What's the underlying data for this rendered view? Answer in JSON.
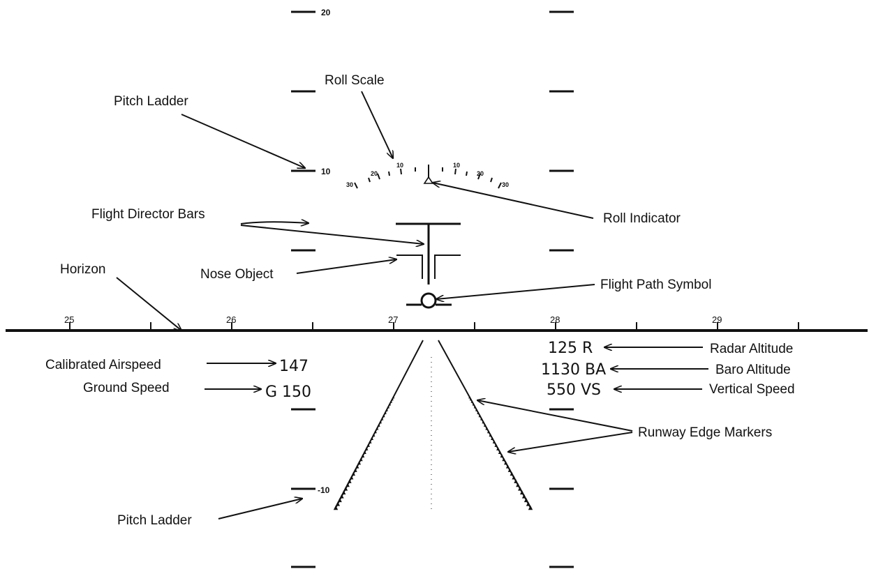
{
  "pitch_ladder": {
    "upper_values": [
      "20",
      "10"
    ],
    "lower_value": "-10"
  },
  "roll_scale": {
    "left_ticks": [
      "30",
      "20",
      "10"
    ],
    "right_ticks": [
      "10",
      "20",
      "30"
    ]
  },
  "heading_scale": [
    "25",
    "26",
    "27",
    "28",
    "29"
  ],
  "readouts": {
    "calibrated_airspeed": "147",
    "ground_speed": "G 150",
    "radar_altitude": "125 R",
    "baro_altitude": "1130 BA",
    "vertical_speed": "550 VS"
  },
  "labels": {
    "pitch_ladder_top": "Pitch Ladder",
    "roll_scale": "Roll Scale",
    "roll_indicator": "Roll Indicator",
    "flight_director_bars": "Flight Director Bars",
    "nose_object": "Nose Object",
    "horizon": "Horizon",
    "flight_path_symbol": "Flight Path Symbol",
    "calibrated_airspeed": "Calibrated Airspeed",
    "ground_speed": "Ground Speed",
    "radar_altitude": "Radar Altitude",
    "baro_altitude": "Baro Altitude",
    "vertical_speed": "Vertical Speed",
    "runway_edge_markers": "Runway Edge Markers",
    "pitch_ladder_bottom": "Pitch Ladder"
  }
}
